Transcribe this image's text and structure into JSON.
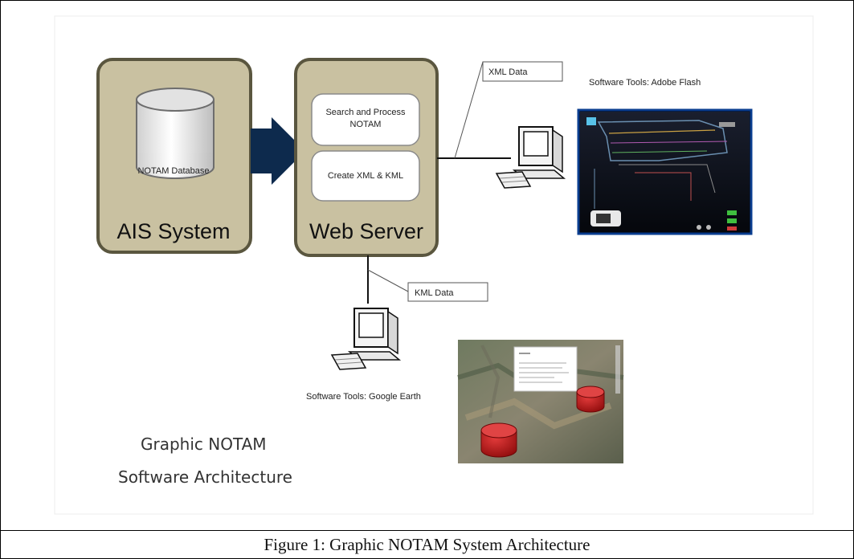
{
  "nodes": {
    "ais_system": "AIS System",
    "database": "NOTAM Database",
    "web_server": "Web Server",
    "search_process": [
      "Search and Process",
      "NOTAM"
    ],
    "create_xml_kml": "Create XML & KML"
  },
  "edge_labels": {
    "xml_data": "XML Data",
    "kml_data": "KML Data"
  },
  "tools": {
    "adobe_flash": "Software Tools: Adobe Flash",
    "google_earth": "Software Tools: Google Earth"
  },
  "diagram_title": [
    "Graphic NOTAM",
    "Software Architecture"
  ],
  "caption": "Figure 1: Graphic NOTAM System Architecture"
}
